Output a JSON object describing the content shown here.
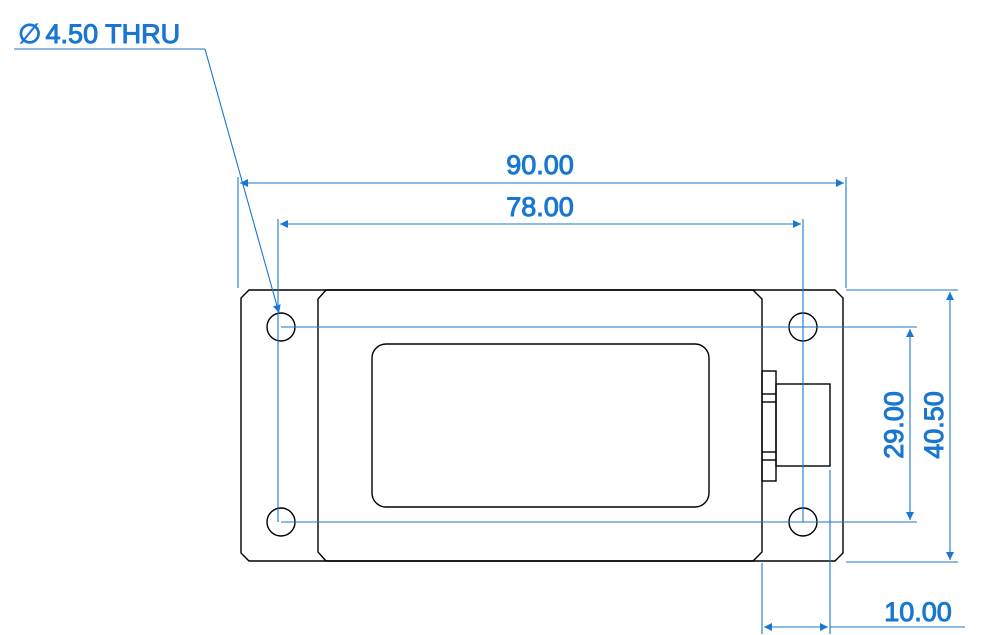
{
  "drawing": {
    "dimension_color": "#1877d0",
    "outline_color": "#000000",
    "hole_callout": {
      "symbol": "∅",
      "value": "4.50 THRU"
    },
    "dimensions": {
      "overall_width": "90.00",
      "hole_spacing_x": "78.00",
      "hole_spacing_y": "29.00",
      "overall_height": "40.50",
      "connector_offset": "10.00"
    }
  }
}
